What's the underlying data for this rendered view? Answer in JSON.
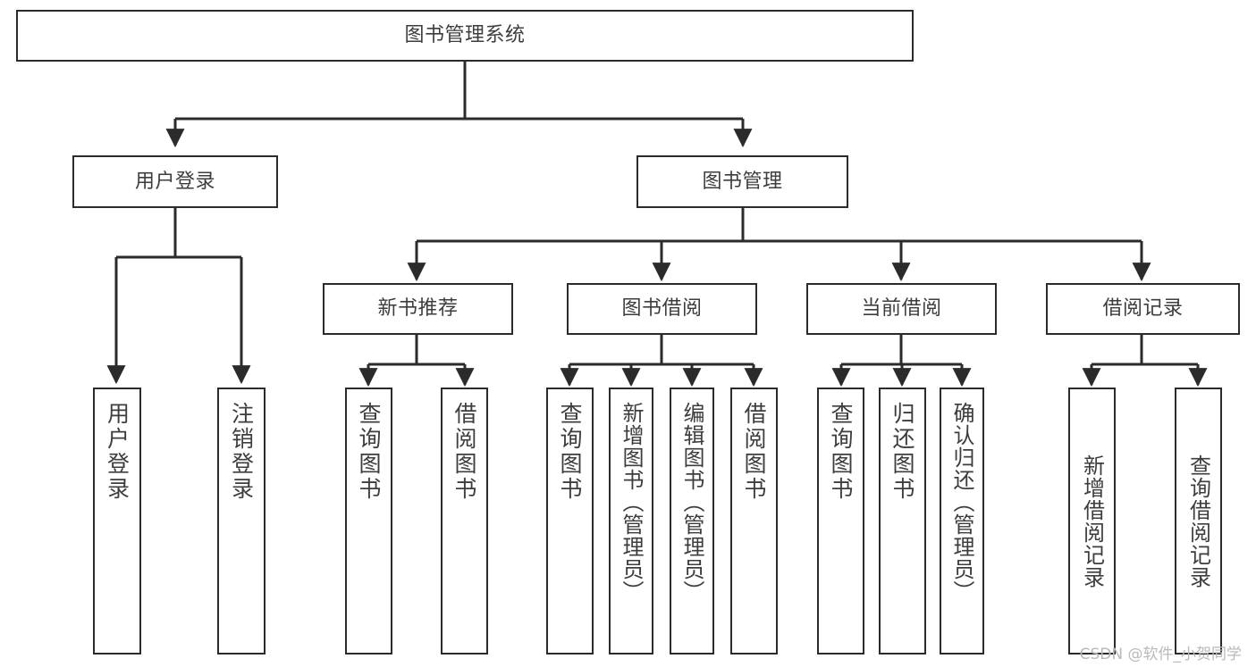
{
  "diagram": {
    "type": "tree",
    "title": "图书管理系统",
    "colors": {
      "background": "#ffffff",
      "stroke": "#2b2b2b",
      "text": "#3d3d3d",
      "watermark": "#b9b9b9"
    },
    "watermark": "CSDN @软件_小贺同学",
    "root": {
      "id": "root",
      "label": "图书管理系统"
    },
    "level2": [
      {
        "id": "user-login",
        "label": "用户登录"
      },
      {
        "id": "book-manage",
        "label": "图书管理"
      }
    ],
    "level3": [
      {
        "id": "new-book-recommend",
        "label": "新书推荐",
        "parent": "book-manage"
      },
      {
        "id": "book-borrow",
        "label": "图书借阅",
        "parent": "book-manage"
      },
      {
        "id": "current-borrow",
        "label": "当前借阅",
        "parent": "book-manage"
      },
      {
        "id": "borrow-record",
        "label": "借阅记录",
        "parent": "book-manage"
      }
    ],
    "leaves": {
      "user-login": [
        {
          "id": "leaf-user-login",
          "label": "用户登录"
        },
        {
          "id": "leaf-user-logout",
          "label": "注销登录"
        }
      ],
      "new-book-recommend": [
        {
          "id": "leaf-query-book-1",
          "label": "查询图书"
        },
        {
          "id": "leaf-borrow-book-1",
          "label": "借阅图书"
        }
      ],
      "book-borrow": [
        {
          "id": "leaf-query-book-2",
          "label": "查询图书"
        },
        {
          "id": "leaf-add-book",
          "label": "新增图书（管理员）"
        },
        {
          "id": "leaf-edit-book",
          "label": "编辑图书（管理员）"
        },
        {
          "id": "leaf-borrow-book-2",
          "label": "借阅图书"
        }
      ],
      "current-borrow": [
        {
          "id": "leaf-query-book-3",
          "label": "查询图书"
        },
        {
          "id": "leaf-return-book",
          "label": "归还图书"
        },
        {
          "id": "leaf-confirm-return",
          "label": "确认归还（管理员）"
        }
      ],
      "borrow-record": [
        {
          "id": "leaf-add-record",
          "label": "新增借阅记录"
        },
        {
          "id": "leaf-query-record",
          "label": "查询借阅记录"
        }
      ]
    }
  }
}
